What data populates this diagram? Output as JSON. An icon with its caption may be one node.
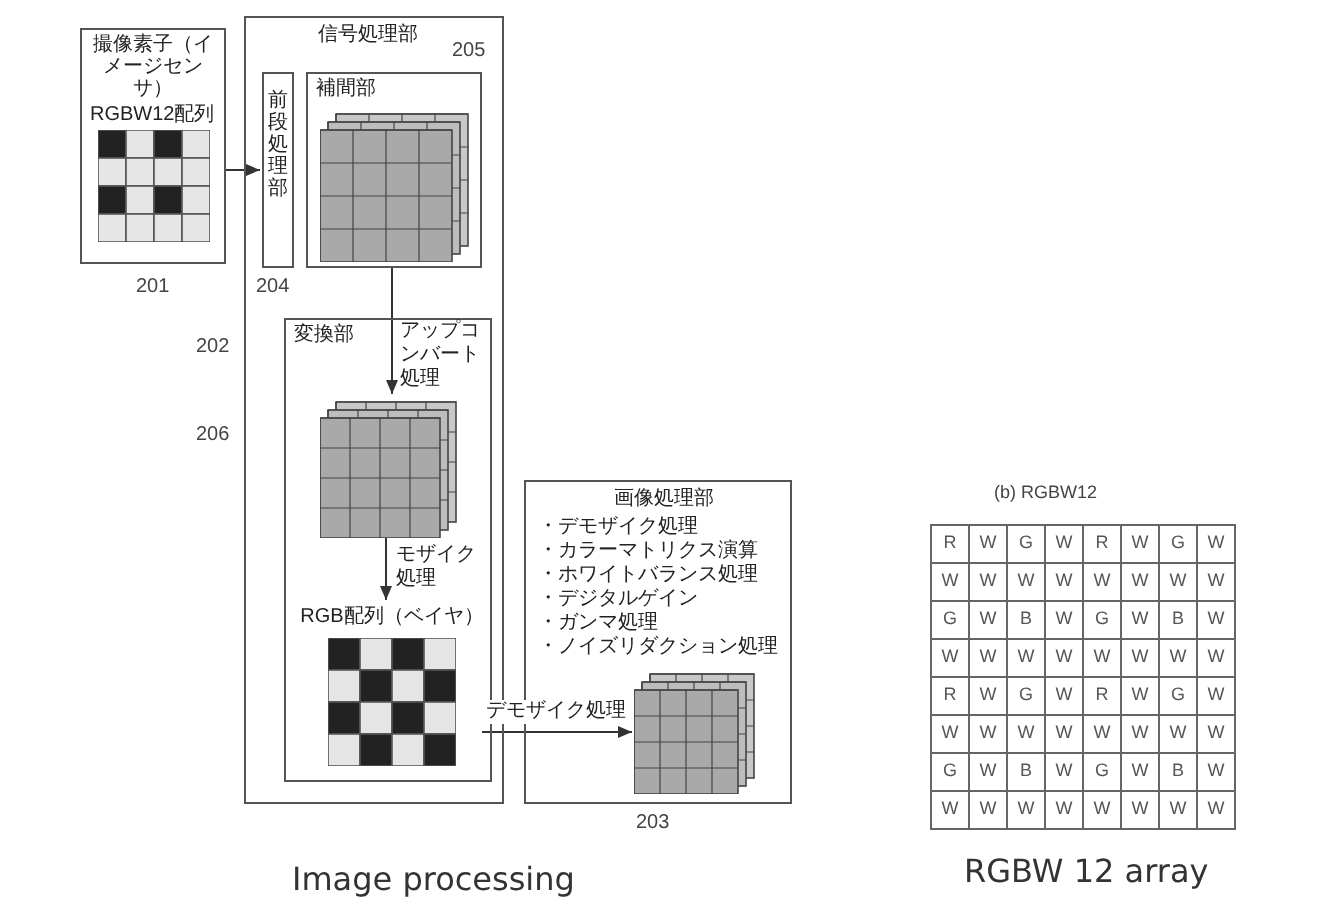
{
  "diagram": {
    "nodes": [
      {
        "text": [
          "撮像素子（イメージセンサ）",
          "RGBW12配列"
        ],
        "beside": [
          "201"
        ]
      },
      {
        "text": [
          "信号処理部"
        ],
        "beside": [
          "202"
        ]
      },
      {
        "text": [
          "前段処理部"
        ],
        "in": 1,
        "beside": [
          "204"
        ]
      },
      {
        "text": [
          "補間部"
        ],
        "in": 1,
        "beside": [
          "205"
        ]
      },
      {
        "text": [
          "変換部"
        ],
        "in": 1,
        "beside": [
          "206"
        ]
      },
      {
        "text": [],
        "shape": "picture",
        "in": 4
      },
      {
        "text": [
          "RGB配列（ベイヤ）"
        ],
        "in": 4
      },
      {
        "text": [
          "画像処理部",
          "・デモザイク処理",
          "・カラーマトリクス演算",
          "・ホワイトバランス処理",
          "・デジタルゲイン",
          "・ガンマ処理",
          "・ノイズリダクション処理"
        ],
        "beside": [
          "203"
        ]
      },
      {
        "text": [],
        "shape": "picture",
        "in": 7
      }
    ],
    "edges": [
      {
        "from": 0,
        "to": 2,
        "arrow": "to"
      },
      {
        "from": 3,
        "to": 5,
        "arrow": "to",
        "label": "アップコンバート処理"
      },
      {
        "from": 5,
        "to": 6,
        "arrow": "to",
        "label": "モザイク処理"
      },
      {
        "from": 6,
        "to": 8,
        "arrow": "to",
        "label": "デモザイク処理"
      }
    ],
    "labels": [
      "(b) RGBW12",
      "R",
      "W",
      "G",
      "W",
      "R",
      "W",
      "G",
      "W",
      "W",
      "W",
      "W",
      "W",
      "W",
      "W",
      "W",
      "W",
      "G",
      "W",
      "B",
      "W",
      "G",
      "W",
      "B",
      "W",
      "W",
      "W",
      "W",
      "W",
      "W",
      "W",
      "W",
      "W",
      "R",
      "W",
      "G",
      "W",
      "R",
      "W",
      "G",
      "W",
      "W",
      "W",
      "W",
      "W",
      "W",
      "W",
      "W",
      "W",
      "G",
      "W",
      "B",
      "W",
      "G",
      "W",
      "B",
      "W",
      "W",
      "W",
      "W",
      "W",
      "W",
      "W",
      "W",
      "W",
      "Image processing",
      "RGBW 12 array"
    ]
  }
}
